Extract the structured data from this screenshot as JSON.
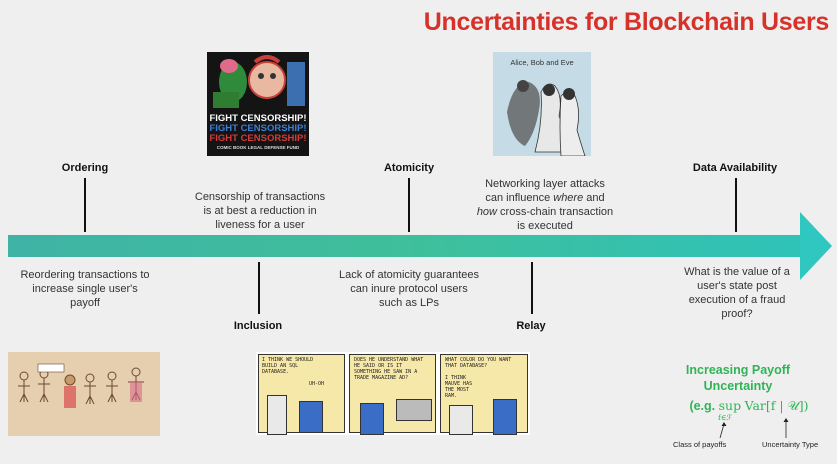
{
  "title": "Uncertainties for Blockchain Users",
  "stages_top": [
    {
      "label": "Ordering"
    },
    {
      "label": "Atomicity"
    },
    {
      "label": "Data Availability"
    }
  ],
  "stages_bottom": [
    {
      "label": "Inclusion"
    },
    {
      "label": "Relay"
    }
  ],
  "descriptions": {
    "ordering": "Reordering transactions to increase single user's payoff",
    "inclusion_line1": "Censorship of transactions",
    "inclusion_line2": "is at best a reduction in",
    "inclusion_line3": "liveness for a user",
    "atomicity": "Lack of atomicity guarantees can inure protocol users such as LPs",
    "relay_line1": "Networking layer attacks",
    "relay_line2_a": "can influence ",
    "relay_line2_em": "where",
    "relay_line2_b": " and",
    "relay_line3_em": "how",
    "relay_line3_b": " cross-chain transaction",
    "relay_line4": "is executed",
    "data_availability": "What is the value of a user's state post execution of a fraud proof?"
  },
  "poster": {
    "line1": "FIGHT CENSORSHIP!",
    "line2": "FIGHT CENSORSHIP!",
    "line3": "FIGHT CENSORSHIP!",
    "line4": "COMIC BOOK LEGAL DEFENSE FUND"
  },
  "alice_caption": "Alice, Bob and Eve",
  "comic": {
    "panel1": "I THINK WE SHOULD BUILD AN SQL DATABASE.",
    "panel1b": "UH-OH",
    "panel2": "DOES HE UNDERSTAND WHAT HE SAID OR IS IT SOMETHING HE SAW IN A TRADE MAGAZINE AD?",
    "panel3a": "WHAT COLOR DO YOU WANT THAT DATABASE?",
    "panel3b": "I THINK MAUVE HAS THE MOST RAM."
  },
  "payoff": {
    "title_line1": "Increasing Payoff",
    "title_line2": "Uncertainty",
    "formula_prefix": "(e.g. ",
    "formula_sup": "sup",
    "formula_body": "Var[f | 𝒰])",
    "formula_sub": "f∈ℱ",
    "class_label": "Class of payoffs",
    "type_label": "Uncertainty Type"
  },
  "colors": {
    "title": "#d6322a",
    "arrow": "#3fb3a6",
    "payoff_green": "#2fb456"
  }
}
